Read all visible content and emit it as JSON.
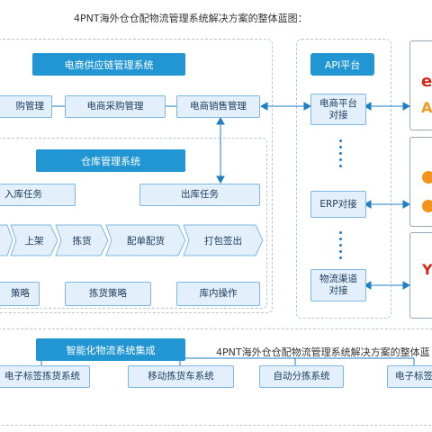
{
  "title": "4PNT海外仓仓配物流管理系统解决方案的整体蓝图：",
  "watermark_text": "4PNT海外仓仓配物流管理系统解决方案的整体蓝",
  "ecommerce": {
    "header": "电商供应链管理系统",
    "boxes": [
      "购管理",
      "电商采购管理",
      "电商销售管理"
    ]
  },
  "warehouse": {
    "header": "仓库管理系统",
    "inbound": "入库任务",
    "outbound": "出库任务",
    "flow": [
      "",
      "上架",
      "拣货",
      "配单配货",
      "打包签出"
    ],
    "strategies": [
      "策略",
      "拣货策略",
      "库内操作"
    ]
  },
  "api": {
    "header": "API平台",
    "boxes": [
      "电商平台\n对接",
      "ERP对接",
      "物流渠道\n对接"
    ]
  },
  "right_logos": {
    "top": [
      "e",
      "A"
    ],
    "bottom": [
      "Y"
    ]
  },
  "intelligent": {
    "header": "智能化物流系统集成",
    "items": [
      "电子标签拣货系统",
      "移动拣货车系统",
      "自动分拣系统",
      "电子标签"
    ]
  },
  "colors": {
    "header_blue": "#2196d3",
    "box_fill": "#e3f0fb",
    "box_border": "#7fb7e3",
    "line": "#1e7fc4"
  }
}
